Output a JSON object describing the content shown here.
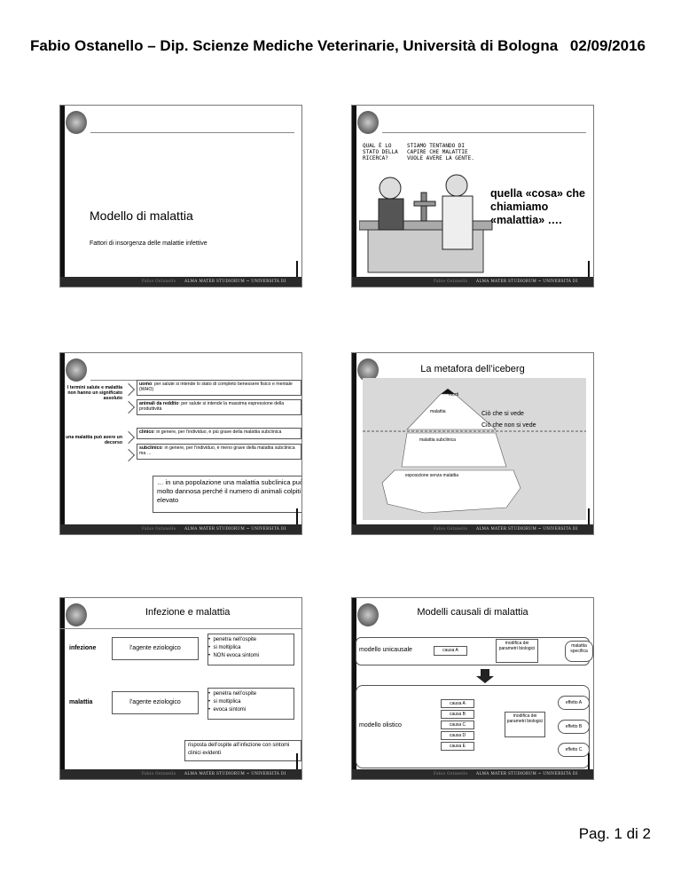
{
  "header": {
    "left": "Fabio Ostanello – Dip. Scienze Mediche Veterinarie, Università di Bologna",
    "right": "02/09/2016"
  },
  "footer": {
    "author": "Fabio Ostanello",
    "motto": "ALMA MATER STUDIORUM ~ UNIVERSITÀ DI BOLOGNA"
  },
  "slide1": {
    "title": "Modello di malattia",
    "subtitle": "Fattori di insorgenza delle malattie infettive"
  },
  "slide2": {
    "cartoon_left": "QUAL È LO STATO DELLA RICERCA?",
    "cartoon_right": "STIAMO TENTANDO DI CAPIRE CHE MALATTIE VUOLE AVERE LA GENTE.",
    "caption": "quella «cosa» che chiamiamo «malattia» …."
  },
  "slide3": {
    "left1": "I termini salute e malattia non hanno un significato assoluto",
    "left2": "una malattia può avere un decorso",
    "box_uomo_head": "uomo",
    "box_uomo": ": per salute si intende lo stato di completo benessere fisico e mentale (WHO)",
    "box_anim_head": "animali da reddito",
    "box_anim": ": per salute si intende la massima espressione della produttività",
    "box_clin_head": "clinico",
    "box_clin": ": in genere, per l’individuo, è più grave della malattia subclinica",
    "box_sub_head": "subclinico",
    "box_sub": ": in genere, per l’individuo, è meno grave della malattia subclinica ma …",
    "bottom": "… in una popolazione una malattia subclinica può essere molto dannosa perché il numero di animali colpiti è elevato"
  },
  "slide4": {
    "title": "La metafora dell’iceberg",
    "morti": "morti",
    "malattia": "malattia",
    "vede": "Ciò che si vede",
    "nonvede": "Ciò che non si vede",
    "subclinica": "malattia subclinica",
    "esposizione": "esposizione senza malattia"
  },
  "slide5": {
    "title": "Infezione e malattia",
    "row1_label": "infezione",
    "row1_agent": "l’agente eziologico",
    "row1_items": [
      "penetra nell’ospite",
      "si moltiplica",
      "NON evoca sintomi"
    ],
    "row2_label": "malattia",
    "row2_agent": "l’agente eziologico",
    "row2_items": [
      "penetra nell’ospite",
      "si moltiplica",
      "evoca sintomi"
    ],
    "bottom": "risposta dell’ospite all’infezione con sintomi clinici evidenti"
  },
  "slide6": {
    "title": "Modelli causali di malattia",
    "uni": "modello unicausale",
    "causaA": "causa A",
    "modifica": "modifica dei parametri biologici",
    "malattia": "malattia specifica",
    "oli": "modello olistico",
    "causes": [
      "causa A",
      "causa B",
      "causa C",
      "causa D",
      "causa E"
    ],
    "effects": [
      "effetto A",
      "effetto B",
      "effetto C"
    ]
  },
  "page": "Pag.   1 di 2"
}
